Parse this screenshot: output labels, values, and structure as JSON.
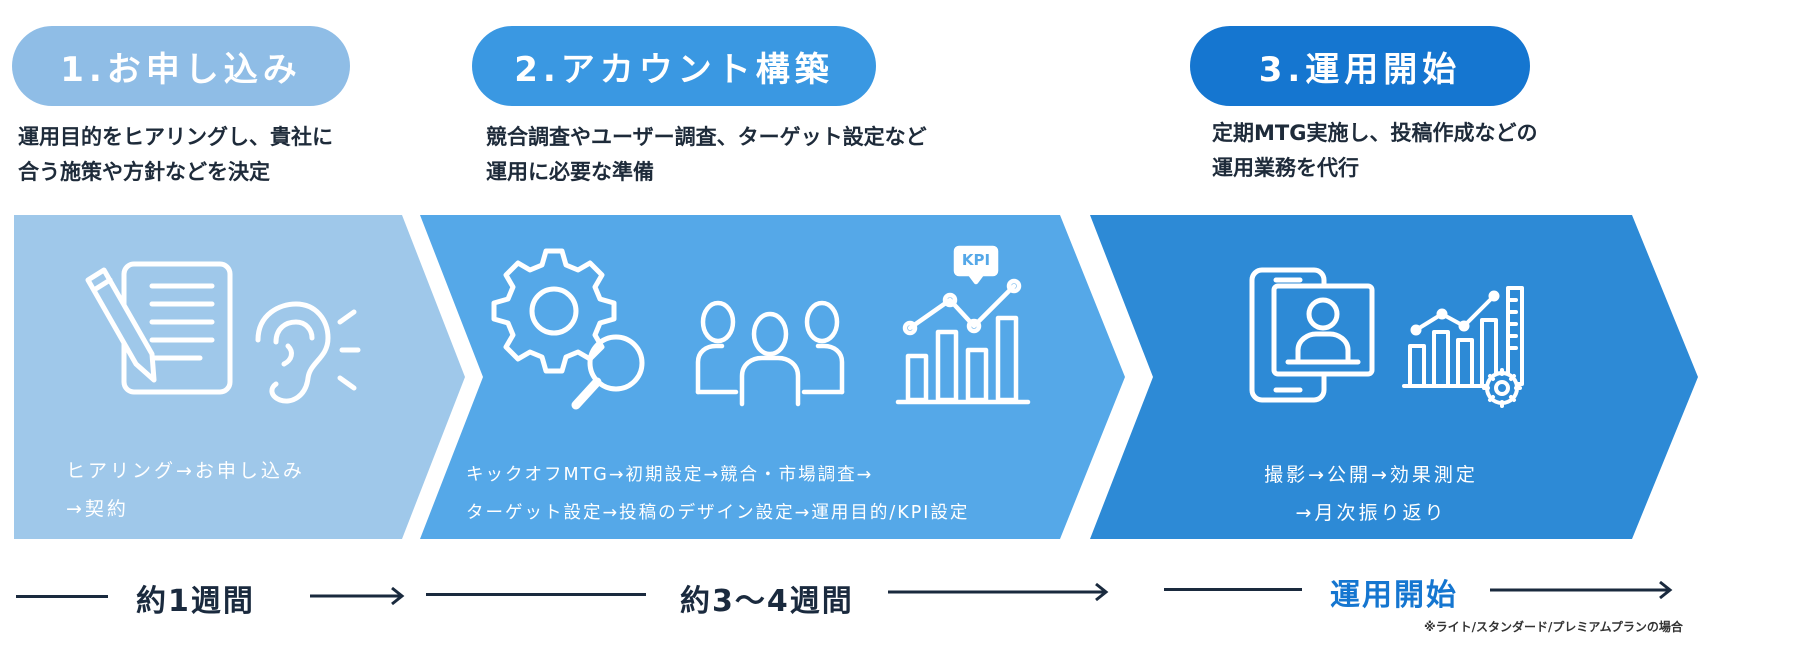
{
  "steps": [
    {
      "title": "1.お申し込み",
      "desc": "運用目的をヒアリングし、貴社に\n合う施策や方針などを決定",
      "flow": "ヒアリング→お申し込み\n→契約",
      "duration": "約1週間"
    },
    {
      "title": "2.アカウント構築",
      "desc": "競合調査やユーザー調査、ターゲット設定など\n運用に必要な準備",
      "flow": "キックオフMTG→初期設定→競合・市場調査→\nターゲット設定→投稿のデザイン設定→運用目的/KPI設定",
      "duration": "約3～4週間"
    },
    {
      "title": "3.運用開始",
      "desc": "定期MTG実施し、投稿作成などの\n運用業務を代行",
      "flow": "撮影→公開→効果測定\n→月次振り返り",
      "duration": "運用開始"
    }
  ],
  "kpi_label": "KPI",
  "note": "※ライト/スタンダード/プレミアムプランの場合",
  "colors": {
    "step1": "#9fc8ea",
    "step2": "#55a8e8",
    "step3": "#2d8ad6",
    "pill1": "#8fbde6",
    "pill2": "#3a98e2",
    "pill3": "#1576d0",
    "dark": "#1a2a3e",
    "accent": "#1576d0"
  },
  "icons": [
    "document-pencil-icon",
    "ear-icon",
    "gear-search-icon",
    "team-icon",
    "kpi-chart-icon",
    "smartphone-profile-icon",
    "growth-chart-gear-icon"
  ]
}
